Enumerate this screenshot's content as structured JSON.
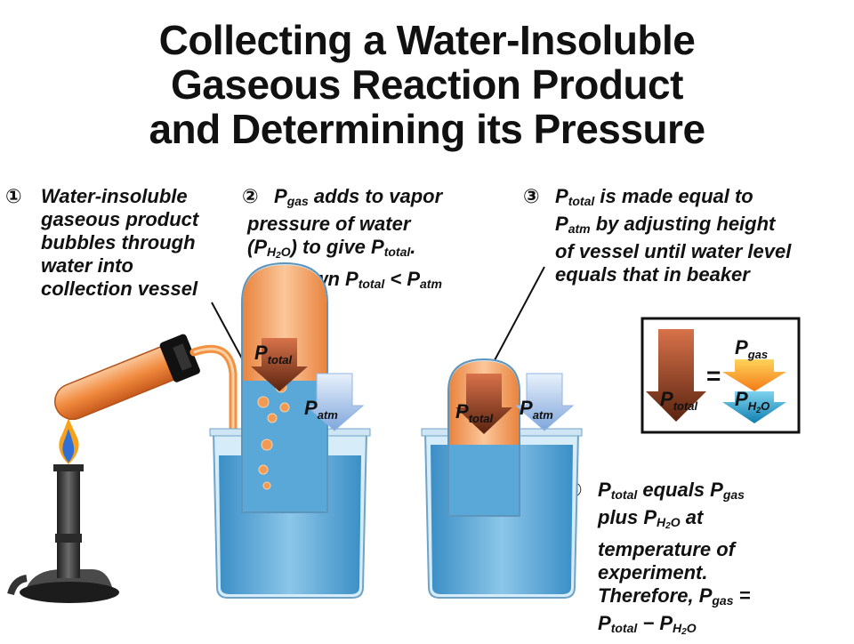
{
  "title": {
    "line1": "Collecting a Water-Insoluble",
    "line2": "Gaseous Reaction Product",
    "line3": "and Determining its Pressure"
  },
  "step1": {
    "number": "①",
    "lines": [
      "Water-insoluble",
      "gaseous product",
      "bubbles through",
      "water into",
      "collection vessel"
    ]
  },
  "step2": {
    "number": "②",
    "p": "P",
    "gas": "gas",
    "l1_rest": " adds to vapor",
    "l2": "pressure of water",
    "l3_open": "(P",
    "h": "H",
    "two": "2",
    "o": "O",
    "l3_close": ") to give P",
    "total": "total",
    "dot": ".",
    "l4_a": "As shown P",
    "l4_total": "total",
    "l4_lt": " < P",
    "l4_atm": "atm"
  },
  "step3": {
    "number": "③",
    "p": "P",
    "total": "total",
    "l1_rest": " is made equal to",
    "l2_p": "P",
    "l2_atm": "atm",
    "l2_rest": " by adjusting height",
    "l3": "of vessel until water level",
    "l4": "equals that in beaker"
  },
  "step4": {
    "number": "④",
    "p": "P",
    "total": "total",
    "l1_mid": " equals P",
    "gas": "gas",
    "l2_a": "plus P",
    "h": "H",
    "two": "2",
    "o": "O",
    "l2_b": " at",
    "l3": "temperature of",
    "l4": "experiment.",
    "l5_a": "Therefore, P",
    "l5_gas": "gas",
    "l5_b": " =",
    "l6_p": "P",
    "l6_total": "total",
    "l6_minus": " − P",
    "l6_h": "H",
    "l6_two": "2",
    "l6_o": "O"
  },
  "labels": {
    "P": "P",
    "total": "total",
    "atm": "atm",
    "gas": "gas",
    "H": "H",
    "two": "2",
    "O": "O",
    "equals": "="
  },
  "colors": {
    "water": "#5aa8d8",
    "water_dark": "#2f7fb8",
    "glass": "#c9e4f3",
    "gas": "#f4a060",
    "gas_light": "#fbd2a8",
    "arrow_brown": "#7a3a1a",
    "arrow_orange": "#f7931e",
    "arrow_teal": "#19a0c8",
    "atm_arrow": "#8fb6e6"
  }
}
